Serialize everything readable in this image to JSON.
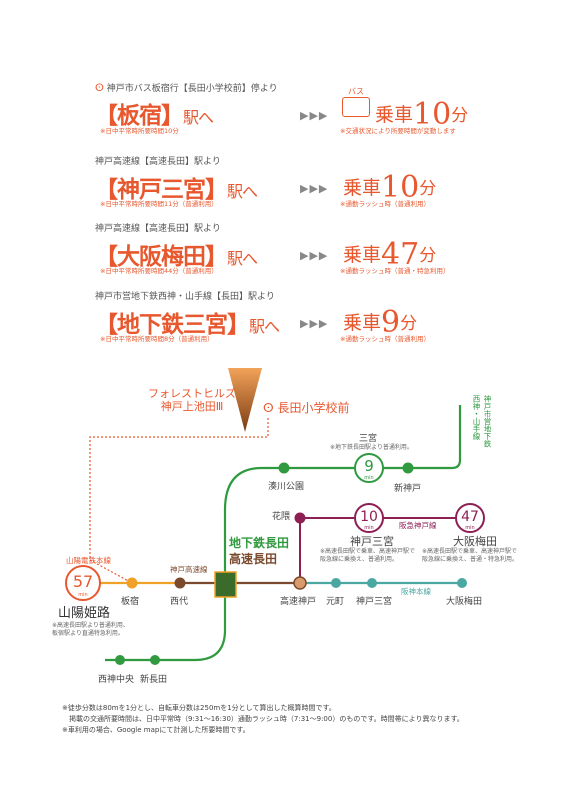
{
  "routes": [
    {
      "source": "神戸市バス板宿行【長田小学校前】停より",
      "dest": "【板宿】",
      "dest_suffix": "駅へ",
      "note": "※日中平常時所要時間10分",
      "ride_label": "乗車",
      "minutes": "10",
      "unit": "分",
      "ride_note": "※交通状況により所要時間が変動します",
      "bus_label": "バス"
    },
    {
      "source": "神戸高速線【高速長田】駅より",
      "dest": "【神戸三宮】",
      "dest_suffix": "駅へ",
      "note": "※日中平常時所要時間11分（普通利用）",
      "ride_label": "乗車",
      "minutes": "10",
      "unit": "分",
      "ride_note": "※通勤ラッシュ時（普通利用）"
    },
    {
      "source": "神戸高速線【高速長田】駅より",
      "dest": "【大阪梅田】",
      "dest_suffix": "駅へ",
      "note": "※日中平常時所要時間44分（普通利用）",
      "ride_label": "乗車",
      "minutes": "47",
      "unit": "分",
      "ride_note": "※通勤ラッシュ時（普通・特急利用）"
    },
    {
      "source": "神戸市営地下鉄西神・山手線【長田】駅より",
      "dest": "【地下鉄三宮】",
      "dest_suffix": "駅へ",
      "note": "※日中平常時所要時間8分（普通利用）",
      "ride_label": "乗車",
      "minutes": "9",
      "unit": "分",
      "ride_note": "※通勤ラッシュ時（普通利用）"
    }
  ],
  "arrows": "▶▶▶",
  "map": {
    "property": "フォレストヒルズ\n神戸上池田Ⅲ",
    "property_l1": "フォレストヒルズ",
    "property_l2": "神戸上池田Ⅲ",
    "bus_stop": "長田小学校前",
    "line_subway": "神戸市営地下鉄\n西神・山手線",
    "line_subway_v1": "神戸市営地下鉄",
    "line_subway_v2": "西神・山手線",
    "line_sanyo": "山陽電鉄本線",
    "line_kobe_kosoku": "神戸高速線",
    "line_hankyu": "阪急神戸線",
    "line_hanshin": "阪神本線",
    "hub_l1": "地下鉄長田",
    "hub_l2": "高速長田",
    "badges": [
      {
        "value": "9",
        "unit": "min"
      },
      {
        "value": "10",
        "unit": "min"
      },
      {
        "value": "47",
        "unit": "min"
      },
      {
        "value": "57",
        "unit": "min"
      }
    ],
    "stations": {
      "sannomiya": "三宮",
      "minatogawa": "湊川公園",
      "shinkobe": "新神戸",
      "hanakuma": "花隈",
      "kobe_sannomiya_hk": "神戸三宮",
      "osaka_umeda_hk": "大阪梅田",
      "sanyo_himeji": "山陽姫路",
      "itayado": "板宿",
      "nishidai": "西代",
      "kosoku_kobe": "高速神戸",
      "motomachi": "元町",
      "kobe_sannomiya_hs": "神戸三宮",
      "osaka_umeda_hs": "大阪梅田",
      "seishin_chuo": "西神中央",
      "shin_nagata": "新長田"
    },
    "notes": {
      "sannomiya": "※地下鉄長田駅より普通利用。",
      "kobe_sannomiya_l1": "※高速長田駅で乗車、高速神戸駅で",
      "kobe_sannomiya_l2": "阪急線に乗換え、普通利用。",
      "osaka_umeda_l1": "※高速長田駅で乗車、高速神戸駅で",
      "osaka_umeda_l2": "阪急線に乗換え、普通・特急利用。",
      "himeji_l1": "※高速長田駅より普通利用、",
      "himeji_l2": "板宿駅より直通特急利用。"
    }
  },
  "footer": [
    "※徒歩分数は80mを1分とし、自転車分数は250mを1分として算出した概算時間です。",
    "　掲載の交通所要時間は、日中平常時（9:31～16:30）通勤ラッシュ時（7:31～9:00）のものです。時間帯により異なります。",
    "※車利用の場合、Google mapにて計測した所要時間です。"
  ],
  "colors": {
    "accent": "#e8582e",
    "subway": "#2f9a3f",
    "hankyu": "#8e1f55",
    "hanshin": "#4aa7a1",
    "sanyo": "#f0a228",
    "kosoku": "#7a4a2e"
  }
}
